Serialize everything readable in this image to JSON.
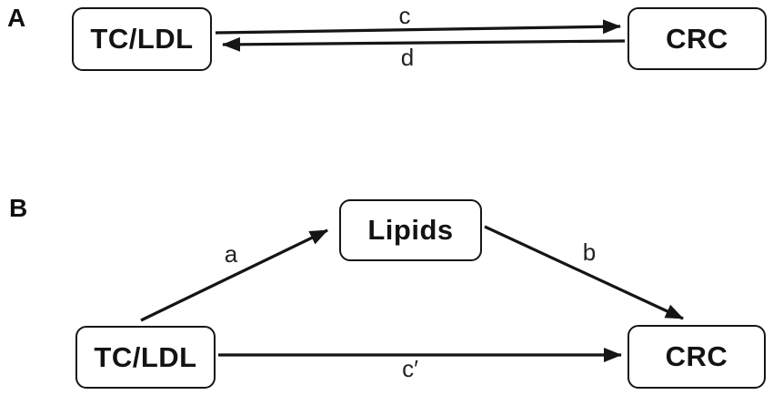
{
  "figure": {
    "background": "#ffffff",
    "line_color": "#151515",
    "text_color": "#131313"
  },
  "panel_a": {
    "label": "A",
    "nodes": {
      "exposure": {
        "label": "TC/LDL"
      },
      "outcome": {
        "label": "CRC"
      }
    },
    "edge_labels": {
      "forward": "c",
      "backward": "d"
    }
  },
  "panel_b": {
    "label": "B",
    "nodes": {
      "exposure": {
        "label": "TC/LDL"
      },
      "mediator": {
        "label": "Lipids"
      },
      "outcome": {
        "label": "CRC"
      }
    },
    "edge_labels": {
      "exposure_to_mediator": "a",
      "mediator_to_outcome": "b",
      "direct_effect": "c′"
    }
  }
}
